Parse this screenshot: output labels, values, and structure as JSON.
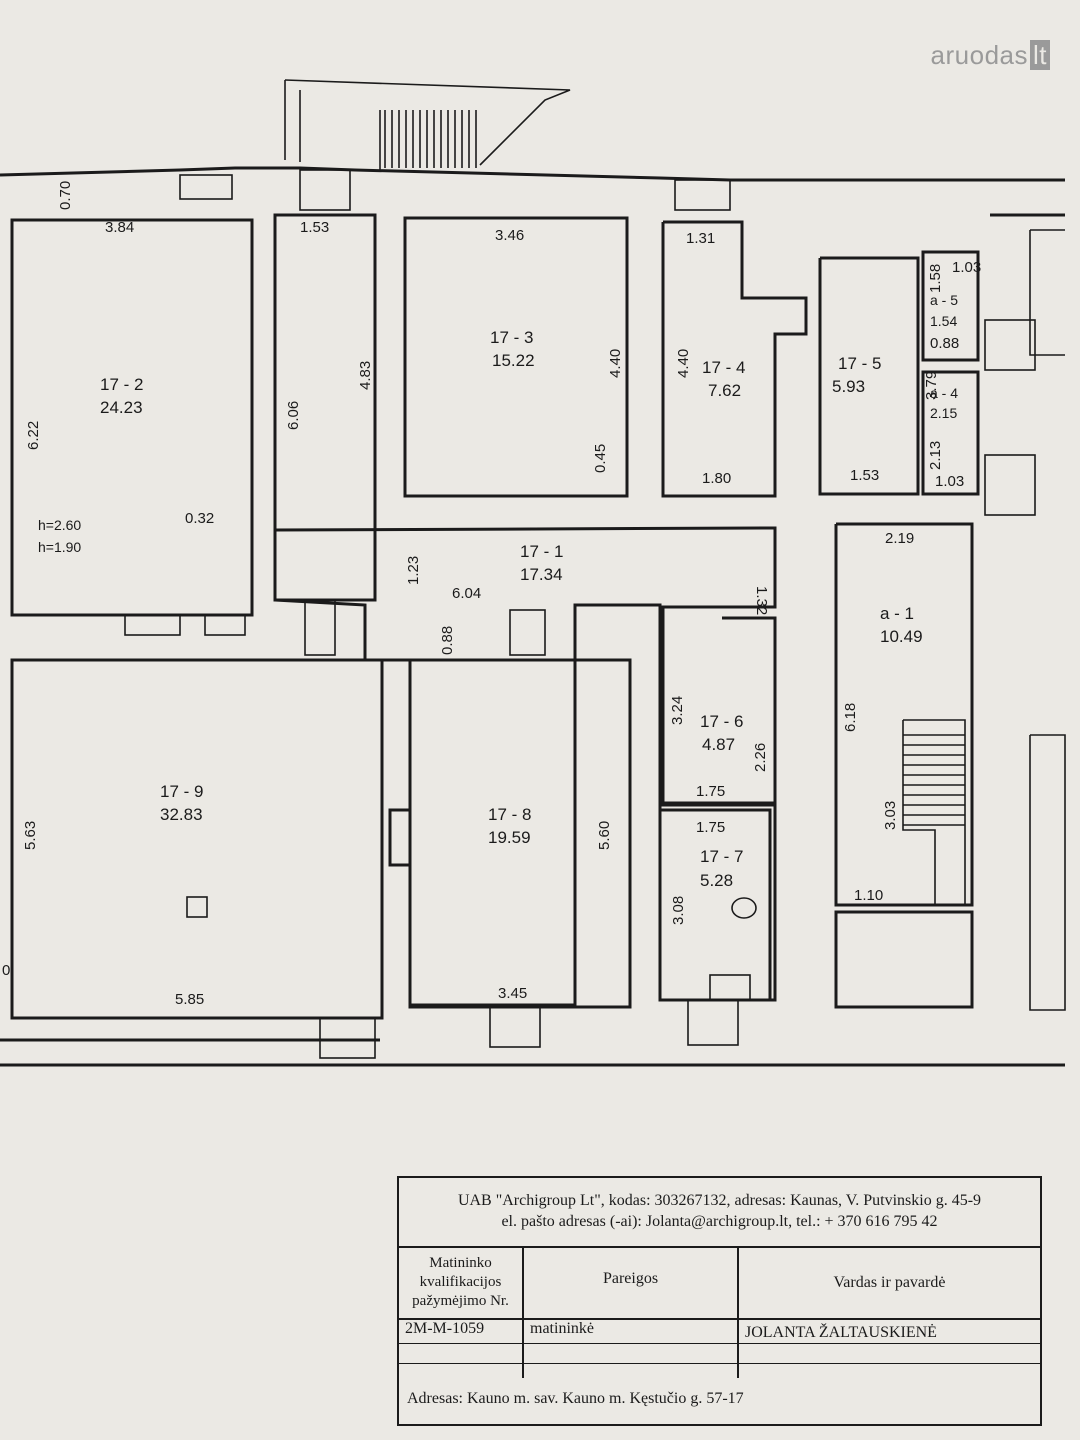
{
  "watermark": {
    "brand": "aruodas",
    "suffix": "lt"
  },
  "rooms": [
    {
      "id": "17 - 2",
      "area": "24.23"
    },
    {
      "id": "17 - 3",
      "area": "15.22"
    },
    {
      "id": "17 - 4",
      "area": "7.62"
    },
    {
      "id": "17 - 5",
      "area": "5.93"
    },
    {
      "id": "a - 5",
      "area": "1.54"
    },
    {
      "id": "a - 4",
      "area": "2.15"
    },
    {
      "id": "17 - 1",
      "area": "17.34"
    },
    {
      "id": "a - 1",
      "area": "10.49"
    },
    {
      "id": "17 - 6",
      "area": "4.87"
    },
    {
      "id": "17 - 7",
      "area": "5.28"
    },
    {
      "id": "17 - 8",
      "area": "19.59"
    },
    {
      "id": "17 - 9",
      "area": "32.83"
    }
  ],
  "dimensions": [
    "0.70",
    "3.84",
    "1.53",
    "3.46",
    "1.31",
    "1.58",
    "1.03",
    "6.22",
    "6.06",
    "4.83",
    "4.40",
    "4.40",
    "3.79",
    "0.88",
    "0.45",
    "2.13",
    "1.80",
    "1.53",
    "1.03",
    "0.32",
    "1.23",
    "1.32",
    "2.19",
    "6.04",
    "0.88",
    "3.24",
    "2.26",
    "1.75",
    "1.75",
    "6.18",
    "5.63",
    "5.60",
    "3.08",
    "3.03",
    "1.10",
    "5.85",
    "3.45",
    "0"
  ],
  "heights": [
    "h=2.60",
    "h=1.90"
  ],
  "title_block": {
    "company_line": "UAB \"Archigroup Lt\", kodas: 303267132, adresas: Kaunas, V. Putvinskio g. 45-9",
    "email_line": "el. pašto adresas (-ai): Jolanta@archigroup.lt, tel.: + 370 616 795 42",
    "col1_header": [
      "Matininko",
      "kvalifikacijos",
      "pažymėjimo Nr."
    ],
    "col2_header": "Pareigos",
    "col3_header": "Vardas ir pavardė",
    "cert_no": "2M-M-1059",
    "position": "matininkė",
    "name": "JOLANTA ŽALTAUSKIENĖ",
    "address_label": "Adresas:",
    "address": "Kauno m. sav. Kauno m. Kęstučio g. 57-17"
  }
}
